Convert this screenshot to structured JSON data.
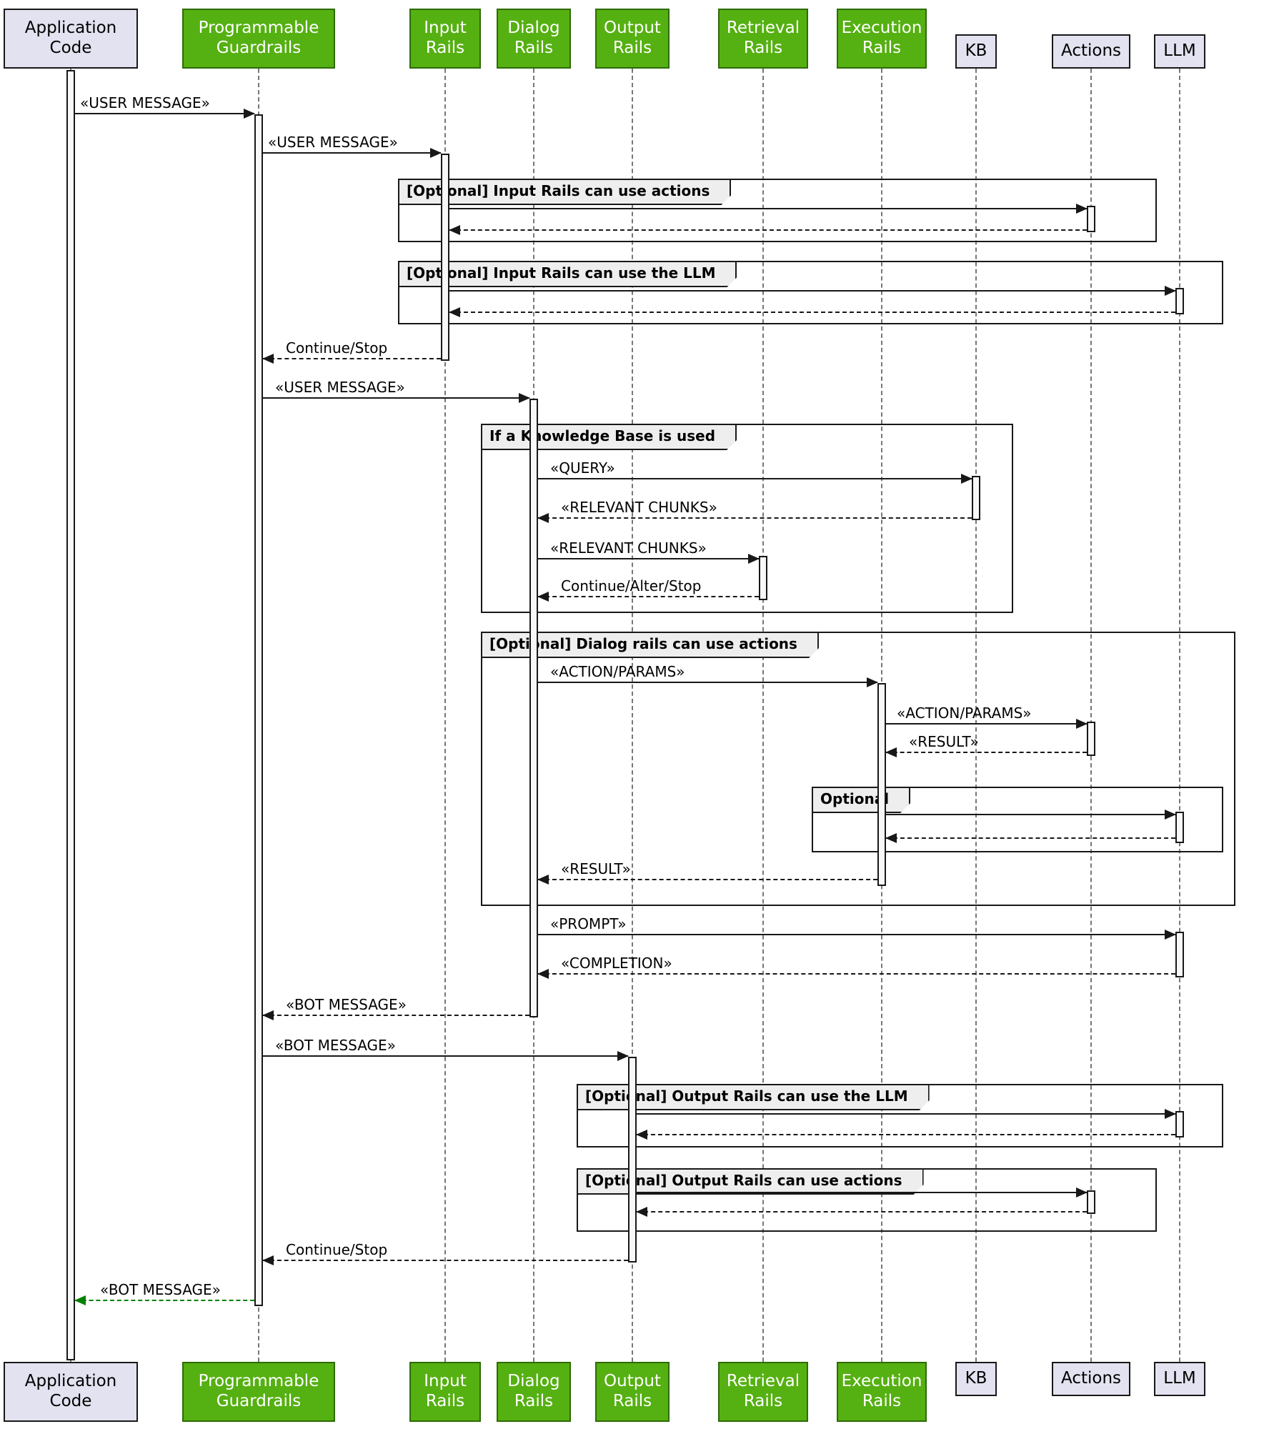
{
  "diagram": {
    "type": "sequence-diagram",
    "participants": [
      {
        "id": "app",
        "label": "Application Code",
        "style": "lavender"
      },
      {
        "id": "guardrails",
        "label": "Programmable Guardrails",
        "style": "green"
      },
      {
        "id": "input-rails",
        "label": "Input Rails",
        "style": "green"
      },
      {
        "id": "dialog-rails",
        "label": "Dialog Rails",
        "style": "green"
      },
      {
        "id": "output-rails",
        "label": "Output Rails",
        "style": "green"
      },
      {
        "id": "retrieval-rails",
        "label": "Retrieval Rails",
        "style": "green"
      },
      {
        "id": "execution-rails",
        "label": "Execution Rails",
        "style": "green"
      },
      {
        "id": "kb",
        "label": "KB",
        "style": "lavender"
      },
      {
        "id": "actions",
        "label": "Actions",
        "style": "lavender"
      },
      {
        "id": "llm",
        "label": "LLM",
        "style": "lavender"
      }
    ],
    "frames": [
      {
        "title": "[Optional] Input Rails can use actions"
      },
      {
        "title": "[Optional] Input Rails can use the LLM"
      },
      {
        "title": "If a Knowledge Base is used"
      },
      {
        "title": "[Optional] Dialog rails can use actions"
      },
      {
        "title": "Optional"
      },
      {
        "title": "[Optional] Output Rails can use the LLM"
      },
      {
        "title": "[Optional] Output Rails can use actions"
      }
    ],
    "messages": [
      {
        "label": "«USER MESSAGE»",
        "from": "app",
        "to": "guardrails",
        "line": "solid"
      },
      {
        "label": "«USER MESSAGE»",
        "from": "guardrails",
        "to": "input-rails",
        "line": "solid"
      },
      {
        "label": "",
        "from": "input-rails",
        "to": "actions",
        "line": "solid"
      },
      {
        "label": "",
        "from": "actions",
        "to": "input-rails",
        "line": "dashed"
      },
      {
        "label": "",
        "from": "input-rails",
        "to": "llm",
        "line": "solid"
      },
      {
        "label": "",
        "from": "llm",
        "to": "input-rails",
        "line": "dashed"
      },
      {
        "label": "Continue/Stop",
        "from": "input-rails",
        "to": "guardrails",
        "line": "dashed"
      },
      {
        "label": "«USER MESSAGE»",
        "from": "guardrails",
        "to": "dialog-rails",
        "line": "solid"
      },
      {
        "label": "«QUERY»",
        "from": "dialog-rails",
        "to": "kb",
        "line": "solid"
      },
      {
        "label": "«RELEVANT CHUNKS»",
        "from": "kb",
        "to": "dialog-rails",
        "line": "dashed"
      },
      {
        "label": "«RELEVANT CHUNKS»",
        "from": "dialog-rails",
        "to": "retrieval-rails",
        "line": "solid"
      },
      {
        "label": "Continue/Alter/Stop",
        "from": "retrieval-rails",
        "to": "dialog-rails",
        "line": "dashed"
      },
      {
        "label": "«ACTION/PARAMS»",
        "from": "dialog-rails",
        "to": "execution-rails",
        "line": "solid"
      },
      {
        "label": "«ACTION/PARAMS»",
        "from": "execution-rails",
        "to": "actions",
        "line": "solid"
      },
      {
        "label": "«RESULT»",
        "from": "actions",
        "to": "execution-rails",
        "line": "dashed"
      },
      {
        "label": "",
        "from": "execution-rails",
        "to": "llm",
        "line": "solid"
      },
      {
        "label": "",
        "from": "llm",
        "to": "execution-rails",
        "line": "dashed"
      },
      {
        "label": "«RESULT»",
        "from": "execution-rails",
        "to": "dialog-rails",
        "line": "dashed"
      },
      {
        "label": "«PROMPT»",
        "from": "dialog-rails",
        "to": "llm",
        "line": "solid"
      },
      {
        "label": "«COMPLETION»",
        "from": "llm",
        "to": "dialog-rails",
        "line": "dashed"
      },
      {
        "label": "«BOT MESSAGE»",
        "from": "dialog-rails",
        "to": "guardrails",
        "line": "dashed"
      },
      {
        "label": "«BOT MESSAGE»",
        "from": "guardrails",
        "to": "output-rails",
        "line": "solid"
      },
      {
        "label": "",
        "from": "output-rails",
        "to": "llm",
        "line": "solid"
      },
      {
        "label": "",
        "from": "llm",
        "to": "output-rails",
        "line": "dashed"
      },
      {
        "label": "",
        "from": "output-rails",
        "to": "actions",
        "line": "solid"
      },
      {
        "label": "",
        "from": "actions",
        "to": "output-rails",
        "line": "dashed"
      },
      {
        "label": "Continue/Stop",
        "from": "output-rails",
        "to": "guardrails",
        "line": "dashed"
      },
      {
        "label": "«BOT MESSAGE»",
        "from": "guardrails",
        "to": "app",
        "line": "dashed",
        "color": "green"
      }
    ]
  },
  "colors": {
    "participant_green": "#55B011",
    "participant_green_border": "#2E6B07",
    "participant_lavender": "#E2E2F0",
    "line_dark": "#181818",
    "lifeline_gray": "#777777",
    "frame_header_bg": "#EEEEEE",
    "activation_fill": "#F8F8F8",
    "final_message_green": "#008000"
  }
}
